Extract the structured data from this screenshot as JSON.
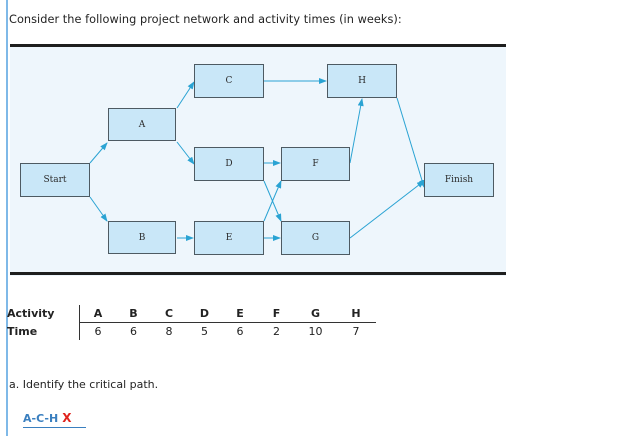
{
  "intro_text": "Consider the following project network and activity times (in weeks):",
  "network": {
    "nodes": [
      {
        "id": "start",
        "label": "Start"
      },
      {
        "id": "A",
        "label": "A"
      },
      {
        "id": "B",
        "label": "B"
      },
      {
        "id": "C",
        "label": "C"
      },
      {
        "id": "D",
        "label": "D"
      },
      {
        "id": "E",
        "label": "E"
      },
      {
        "id": "F",
        "label": "F"
      },
      {
        "id": "G",
        "label": "G"
      },
      {
        "id": "H",
        "label": "H"
      },
      {
        "id": "finish",
        "label": "Finish"
      }
    ],
    "edges": [
      [
        "Start",
        "A"
      ],
      [
        "Start",
        "B"
      ],
      [
        "A",
        "C"
      ],
      [
        "A",
        "D"
      ],
      [
        "B",
        "E"
      ],
      [
        "C",
        "H"
      ],
      [
        "D",
        "F"
      ],
      [
        "D",
        "G"
      ],
      [
        "E",
        "F"
      ],
      [
        "E",
        "G"
      ],
      [
        "F",
        "H"
      ],
      [
        "H",
        "Finish"
      ],
      [
        "G",
        "Finish"
      ]
    ],
    "colors": {
      "node_fill": "#c9e7f8",
      "arrow": "#2aa3d3",
      "background": "#eef6fc"
    }
  },
  "table": {
    "row_labels": [
      "Activity",
      "Time"
    ],
    "activities": [
      "A",
      "B",
      "C",
      "D",
      "E",
      "F",
      "G",
      "H"
    ],
    "times": [
      "6",
      "6",
      "8",
      "5",
      "6",
      "2",
      "10",
      "7"
    ]
  },
  "question": {
    "text": "a. Identify the critical path.",
    "answer": "A-C-H",
    "result_icon": "incorrect-x-icon",
    "result_symbol": "X"
  }
}
